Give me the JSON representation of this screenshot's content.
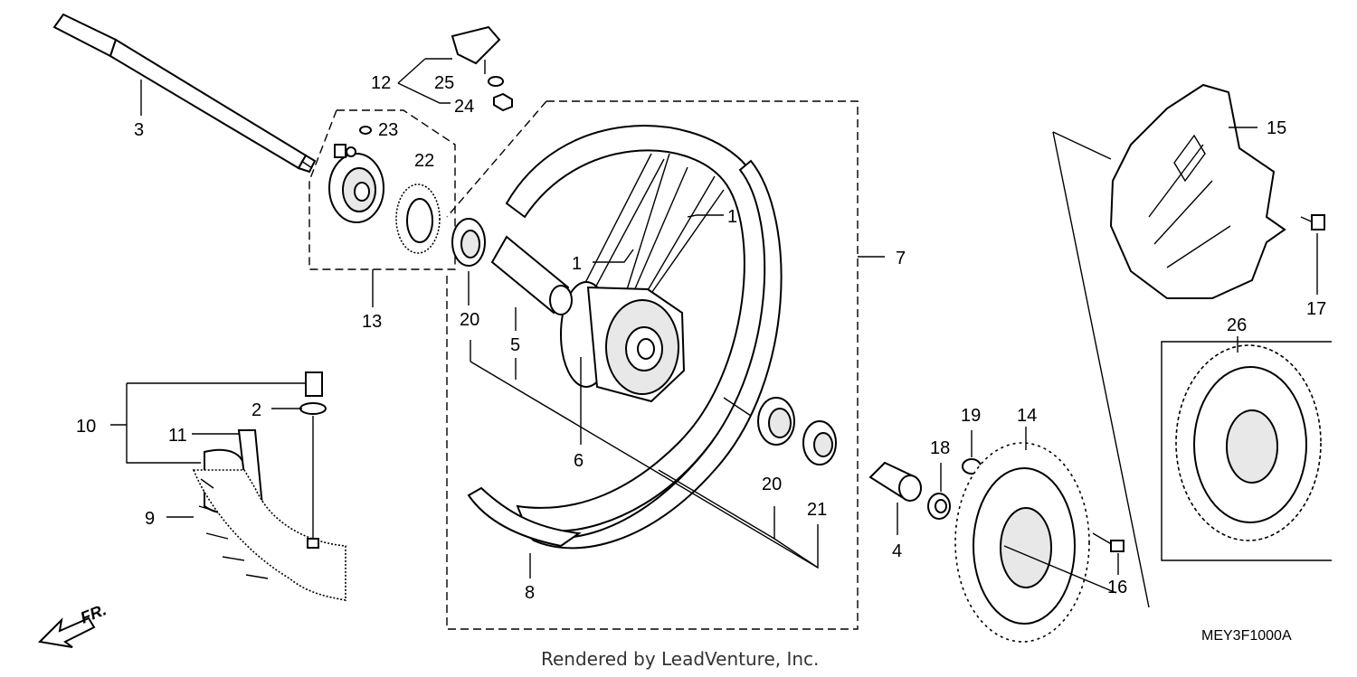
{
  "callouts": {
    "c1a": "1",
    "c1b": "1",
    "c2": "2",
    "c3": "3",
    "c4": "4",
    "c5": "5",
    "c6": "6",
    "c7": "7",
    "c8": "8",
    "c9": "9",
    "c10": "10",
    "c11": "11",
    "c12": "12",
    "c13": "13",
    "c14": "14",
    "c15": "15",
    "c16": "16",
    "c17": "17",
    "c18": "18",
    "c19": "19",
    "c20a": "20",
    "c20b": "20",
    "c21": "21",
    "c22": "22",
    "c23": "23",
    "c24": "24",
    "c25": "25",
    "c26": "26"
  },
  "diagram_code": "MEY3F1000A",
  "credit": "Rendered by LeadVenture, Inc.",
  "direction_marker": "FR."
}
